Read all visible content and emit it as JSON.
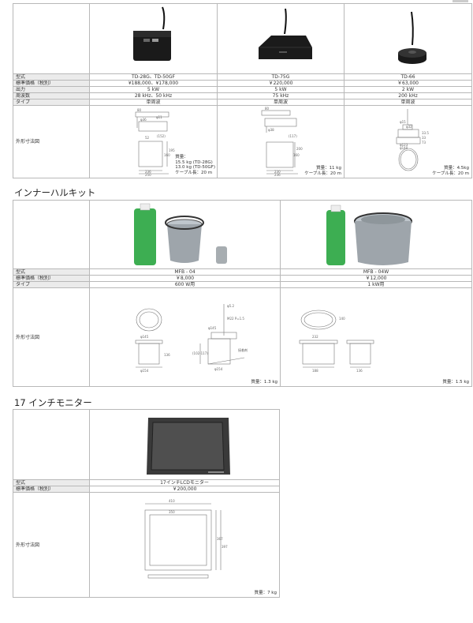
{
  "transducers": {
    "rows": {
      "model": "型式",
      "price": "標準価格（税別）",
      "power": "出力",
      "freq": "周波数",
      "type": "タイプ",
      "dims": "外形寸法図"
    },
    "products": [
      {
        "model": "TD-28G、TD-50GF",
        "price": "¥188,000、¥178,000",
        "power": "5 kW",
        "freq": "28 kHz、50 kHz",
        "type": "単周波",
        "weight": "質量：",
        "weight2": "15.5 kg (TD-28G)",
        "weight3": "13.0 kg (TD-50GF)",
        "cable": "ケーブル長：20 m",
        "dim_labels": [
          "80",
          "φ11",
          "φ36",
          "52",
          "236",
          "250",
          "(152)",
          "160",
          "195"
        ]
      },
      {
        "model": "TD-75G",
        "price": "￥220,000",
        "power": "5 kW",
        "freq": "75 kHz",
        "type": "単周波",
        "weight": "質量：11 kg",
        "cable": "ケーブル長：20 m",
        "dim_labels": [
          "80",
          "φ38",
          "230",
          "236",
          "(117)",
          "160",
          "200"
        ]
      },
      {
        "model": "TD-66",
        "price": "￥63,000",
        "power": "2 kW",
        "freq": "200 kHz",
        "type": "単周波",
        "weight": "質量：4.5kg",
        "cable": "ケーブル長：20 m",
        "dim_labels": [
          "φ15",
          "φ32",
          "φ123",
          "φ140",
          "33.5",
          "33",
          "73"
        ]
      }
    ]
  },
  "innerhull": {
    "title": "インナーハルキット",
    "rows": {
      "model": "型式",
      "price": "標準価格（税別）",
      "type": "タイプ",
      "dims": "外形寸法図"
    },
    "products": [
      {
        "model": "MFB - 04",
        "price": "￥8,000",
        "type": "600 W用",
        "weight": "質量：1.3 kg",
        "dim_labels": [
          "φ145",
          "φ154",
          "136",
          "φ5.2",
          "φ145",
          "M22 P=1.5",
          "φ154",
          "接着剤",
          "(102-117)"
        ]
      },
      {
        "model": "MFB - 04W",
        "price": "￥12,000",
        "type": "1 kW用",
        "weight": "質量：1.5 kg",
        "dim_labels": [
          "232",
          "140",
          "188",
          "136"
        ]
      }
    ]
  },
  "monitor": {
    "title": "17 インチモニター",
    "rows": {
      "model": "型式",
      "price": "標準価格（税別）",
      "dims": "外形寸法図"
    },
    "product": {
      "model": "17インチLCDモニター",
      "price": "￥200,000",
      "weight": "質量：7 kg",
      "dim_labels": [
        "410",
        "350",
        "367",
        "397"
      ]
    }
  }
}
